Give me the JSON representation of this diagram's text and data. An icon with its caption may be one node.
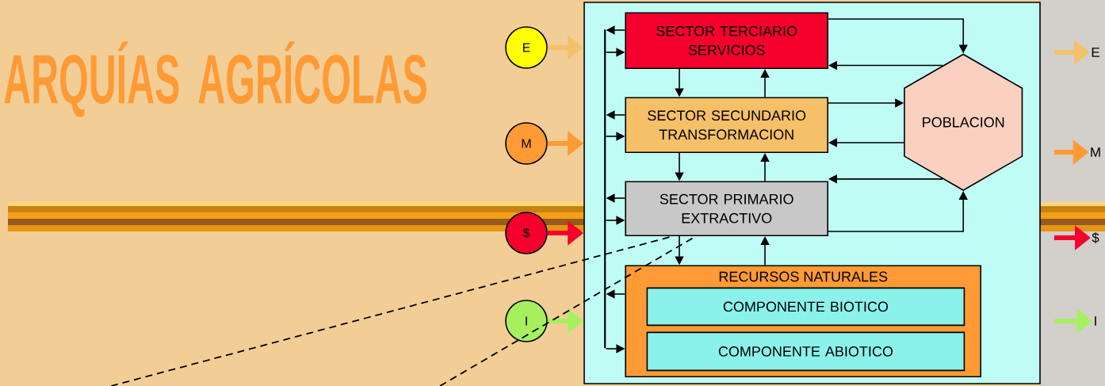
{
  "diagram": {
    "title": "ARQUÍAS AGRÍCOLAS",
    "nodes": [
      {
        "text": [],
        "shape": "box"
      },
      {
        "text": [
          "SECTOR TERCIARIO SERVICIOS"
        ],
        "in": 0
      },
      {
        "text": [
          "SECTOR SECUNDARIO TRANSFORMACION"
        ],
        "in": 0
      },
      {
        "text": [
          "SECTOR PRIMARIO EXTRACTIVO"
        ],
        "in": 0
      },
      {
        "text": [
          "POBLACION"
        ],
        "in": 0
      },
      {
        "text": [
          "RECURSOS NATURALES"
        ],
        "in": 0
      },
      {
        "text": [
          "COMPONENTE BIOTICO"
        ],
        "in": 5
      },
      {
        "text": [
          "COMPONENTE ABIOTICO"
        ],
        "in": 5
      },
      {
        "text": [],
        "shape": "bar",
        "in": 0
      },
      {
        "text": [
          "E"
        ]
      },
      {
        "text": [
          "M"
        ]
      },
      {
        "text": [
          "$"
        ]
      },
      {
        "text": [
          "I"
        ]
      },
      {
        "text": [
          "E"
        ]
      },
      {
        "text": [
          "M"
        ]
      },
      {
        "text": [
          "$"
        ]
      },
      {
        "text": [
          "I"
        ]
      }
    ],
    "edges": [
      {
        "from": 1,
        "to": 2,
        "arrow": "to"
      },
      {
        "from": 2,
        "to": 1,
        "arrow": "to"
      },
      {
        "from": 2,
        "to": 3,
        "arrow": "to"
      },
      {
        "from": 3,
        "to": 2,
        "arrow": "to"
      },
      {
        "from": 3,
        "to": 5,
        "arrow": "to"
      },
      {
        "from": 5,
        "to": 3,
        "arrow": "to"
      },
      {
        "from": 1,
        "to": 8,
        "arrow": "to"
      },
      {
        "from": 8,
        "to": 1,
        "arrow": "to"
      },
      {
        "from": 2,
        "to": 8,
        "arrow": "to"
      },
      {
        "from": 8,
        "to": 2,
        "arrow": "to"
      },
      {
        "from": 3,
        "to": 8,
        "arrow": "to"
      },
      {
        "from": 8,
        "to": 3,
        "arrow": "to"
      },
      {
        "from": 5,
        "to": 8,
        "arrow": "to"
      },
      {
        "from": 8,
        "to": 5,
        "arrow": "to"
      },
      {
        "from": 1,
        "to": 4,
        "arrow": "to"
      },
      {
        "from": 4,
        "to": 1,
        "arrow": "to"
      },
      {
        "from": 2,
        "to": 4,
        "arrow": "to"
      },
      {
        "from": 4,
        "to": 2,
        "arrow": "to"
      },
      {
        "from": 4,
        "to": 3,
        "arrow": "to"
      },
      {
        "from": 3,
        "to": 4,
        "arrow": "to"
      },
      {
        "from": 9,
        "to": 0,
        "arrow": "to",
        "style": "thick",
        "color": "#f5c06a"
      },
      {
        "from": 10,
        "to": 0,
        "arrow": "to",
        "style": "thick",
        "color": "#ff9a35"
      },
      {
        "from": 11,
        "to": 0,
        "arrow": "to",
        "style": "thick",
        "color": "#f5002d"
      },
      {
        "from": 12,
        "to": 0,
        "arrow": "to",
        "style": "thick",
        "color": "#a6f060"
      },
      {
        "from": null,
        "to": 13,
        "arrow": "to",
        "style": "thick",
        "color": "#f5c06a"
      },
      {
        "from": null,
        "to": 14,
        "arrow": "to",
        "style": "thick",
        "color": "#ff9a35"
      },
      {
        "from": null,
        "to": 15,
        "arrow": "to",
        "style": "thick",
        "color": "#f5002d"
      },
      {
        "from": null,
        "to": 16,
        "arrow": "to",
        "style": "thick",
        "color": "#a6f060"
      },
      {
        "from": null,
        "to": 3,
        "arrow": "none",
        "style": "dashed"
      },
      {
        "from": null,
        "to": 3,
        "arrow": "none",
        "style": "dashed"
      }
    ]
  }
}
